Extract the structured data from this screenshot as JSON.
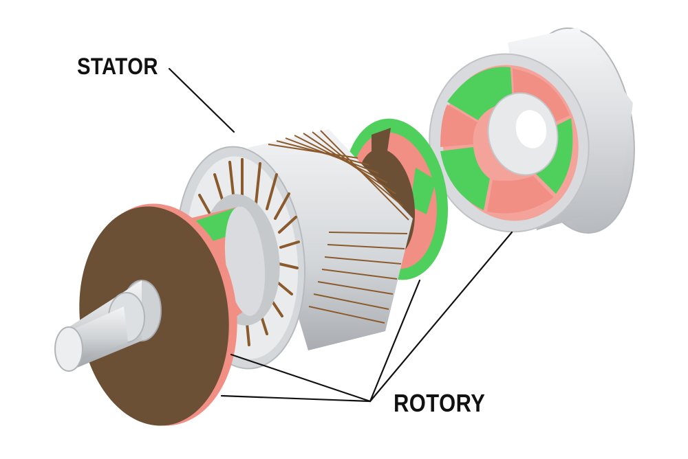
{
  "labels": {
    "stator": "STATOR",
    "rotory": "ROTORY"
  },
  "colors": {
    "magnet_red": "#f28f85",
    "magnet_green": "#4fcf5c",
    "metal_light": "#e6e8ea",
    "metal_mid": "#c9cccf",
    "end_plate_brown": "#6b5035",
    "slot_brown": "#8a5a2c",
    "leader_line": "#111111"
  },
  "components": [
    {
      "name": "shaft",
      "icon": "cylinder"
    },
    {
      "name": "inner-rotor",
      "icon": "magnet-cylinder"
    },
    {
      "name": "stator",
      "icon": "slotted-cylinder"
    },
    {
      "name": "rotor-disc",
      "icon": "magnet-ring"
    },
    {
      "name": "outer-rotor",
      "icon": "magnet-cup"
    }
  ]
}
